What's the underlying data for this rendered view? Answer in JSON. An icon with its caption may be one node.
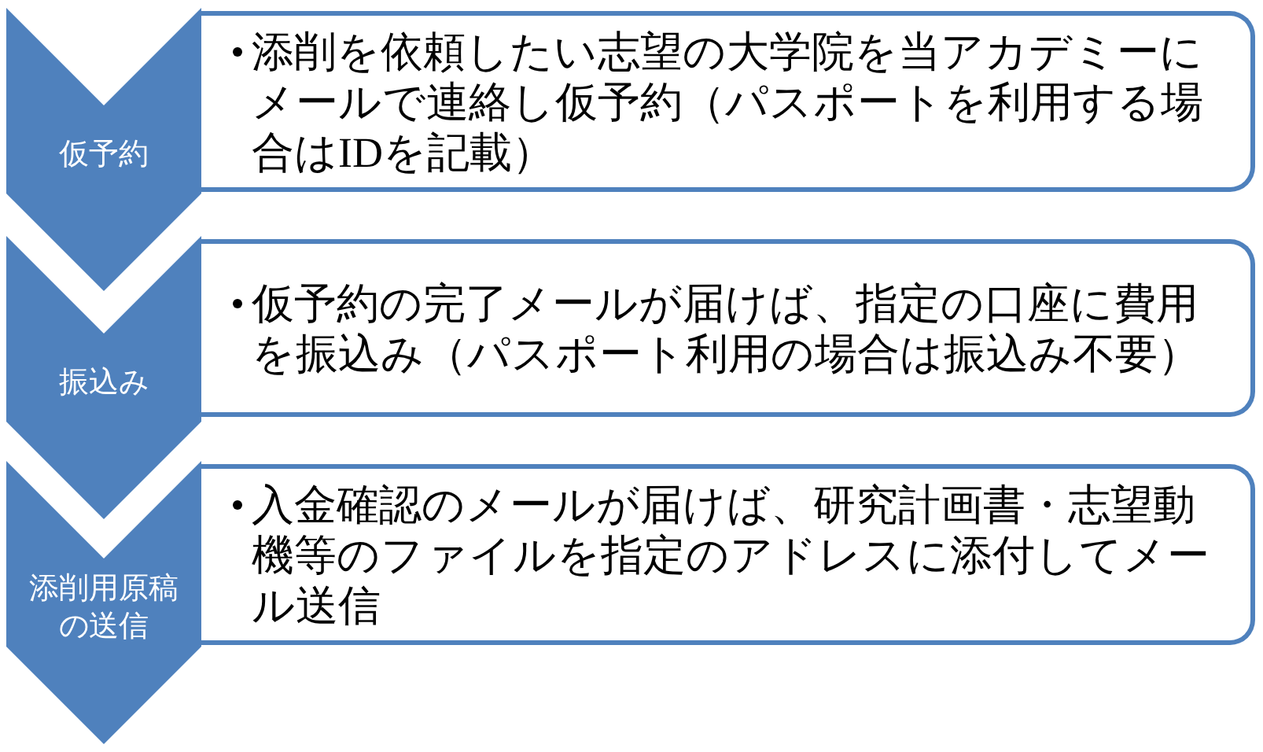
{
  "diagram": {
    "nodes": [
      {
        "text": [
          "仮予約"
        ]
      },
      {
        "text": [
          "添削を依頼したい志望の大学院を当アカデミーにメールで連絡し仮予約（パスポートを利用する場合はIDを記載）"
        ]
      },
      {
        "text": [
          "振込み"
        ]
      },
      {
        "text": [
          "仮予約の完了メールが届けば、指定の口座に費用を振込み（パスポート利用の場合は振込み不要）"
        ]
      },
      {
        "text": [
          "添削用原稿の送信"
        ]
      },
      {
        "text": [
          "入金確認のメールが届けば、研究計画書・志望動機等のファイルを指定のアドレスに添付してメール送信"
        ]
      }
    ]
  }
}
